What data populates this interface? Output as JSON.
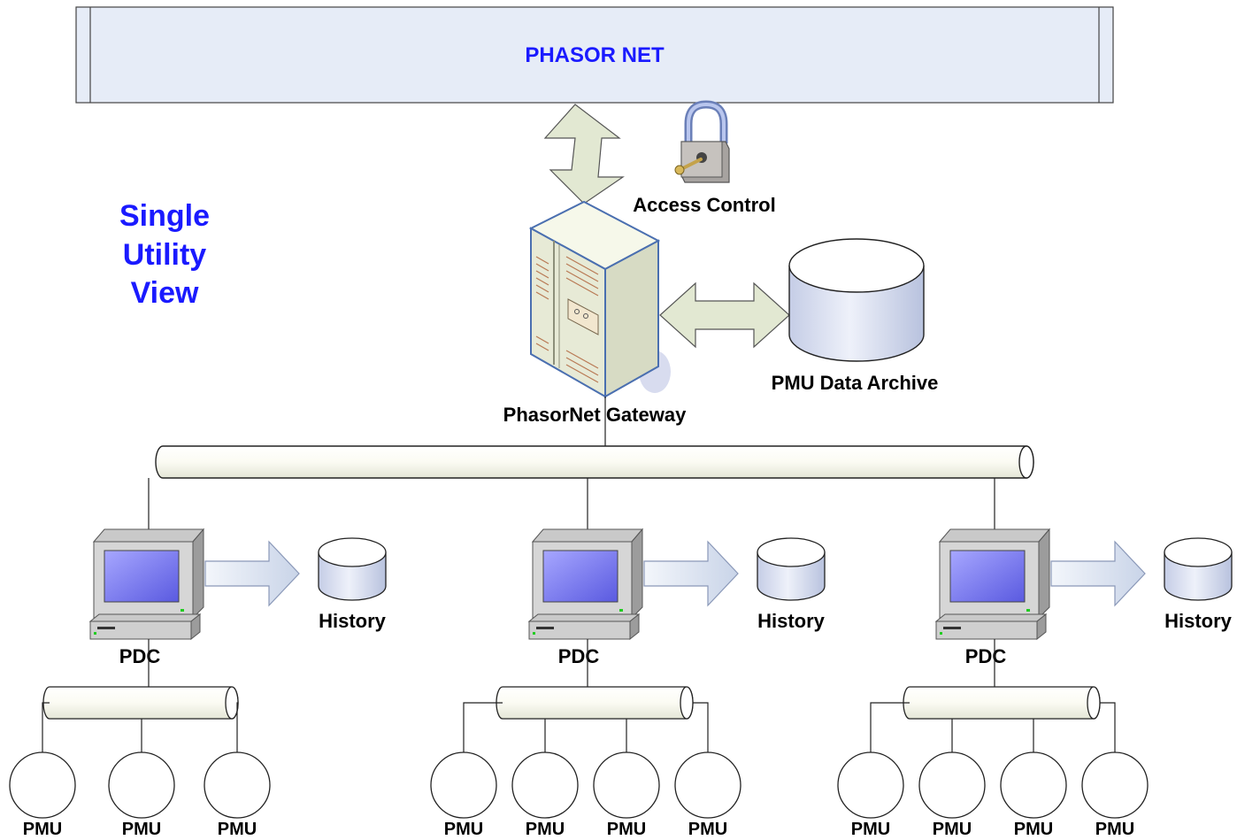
{
  "banner": {
    "title": "PHASOR NET"
  },
  "view_label": [
    "Single",
    "Utility",
    "View"
  ],
  "access_control": {
    "label": "Access Control"
  },
  "gateway": {
    "label": "PhasorNet Gateway"
  },
  "archive": {
    "label": "PMU Data Archive"
  },
  "groups": [
    {
      "pdc_label": "PDC",
      "history_label": "History",
      "pmus": [
        "PMU",
        "PMU",
        "PMU"
      ]
    },
    {
      "pdc_label": "PDC",
      "history_label": "History",
      "pmus": [
        "PMU",
        "PMU",
        "PMU",
        "PMU"
      ]
    },
    {
      "pdc_label": "PDC",
      "history_label": "History",
      "pmus": [
        "PMU",
        "PMU",
        "PMU",
        "PMU"
      ]
    }
  ],
  "colors": {
    "banner_fill": "#e6ecf7",
    "title_blue": "#1a1aff",
    "arrow_fill": "#e2e8d2",
    "bus_fill": "#fafaf2",
    "cylinder_fill": "#dde3f0",
    "server_fill": "#ecefdf",
    "screen_fill": "#7f7ff0"
  }
}
